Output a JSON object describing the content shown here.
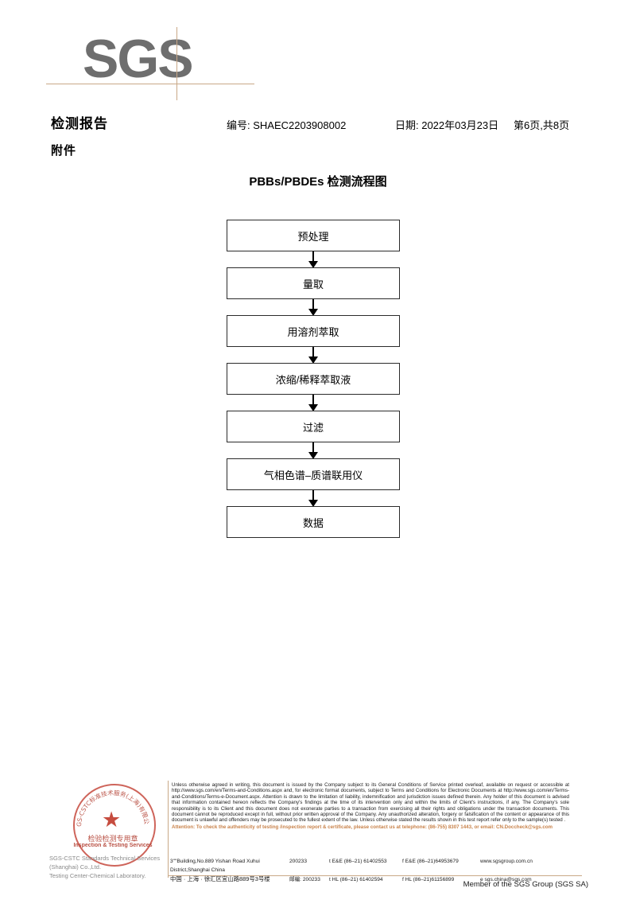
{
  "logo": {
    "text": "SGS",
    "accent_color": "#c9a887",
    "letter_color": "#6e6e6e"
  },
  "header": {
    "title": "检测报告",
    "subtitle": "附件",
    "report_no": "编号: SHAEC2203908002",
    "date": "日期: 2022年03月23日",
    "page": "第6页,共8页"
  },
  "flowchart": {
    "title": "PBBs/PBDEs 检测流程图",
    "steps": [
      {
        "label": "预处理"
      },
      {
        "label": "量取"
      },
      {
        "label": "用溶剂萃取"
      },
      {
        "label": "浓缩/稀释萃取液"
      },
      {
        "label": "过滤"
      },
      {
        "label": "气相色谱–质谱联用仪"
      },
      {
        "label": "数据"
      }
    ]
  },
  "footer": {
    "stamp": {
      "arc_text_cn": "SGS-CSTC标准技术服务(上海)有限公司",
      "center_cn": "检验检测专用章",
      "center_en": "Inspection & Testing Services",
      "star": "★",
      "color": "#c0392b"
    },
    "lab_name_line1": "SGS-CSTC Standards Technical Services (Shanghai) Co.,Ltd.",
    "lab_name_line2": "Testing Center-Chemical Laboratory.",
    "legal_text": "Unless otherwise agreed in writing, this document is issued by the Company subject to its General Conditions of Service printed overleaf, available on request or accessible at http://www.sgs.com/en/Terms-and-Conditions.aspx and, for electronic format documents, subject to Terms and Conditions for Electronic Documents at http://www.sgs.com/en/Terms-and-Conditions/Terms-e-Document.aspx. Attention is drawn to the limitation of liability, indemnification and jurisdiction issues defined therein. Any holder of this document is advised that information contained hereon reflects the Company's findings at the time of its intervention only and within the limits of Client's instructions, if any. The Company's sole responsibility is to its Client and this document does not exonerate parties to a transaction from exercising all their rights and obligations under the transaction documents. This document cannot be reproduced except in full, without prior written approval of the Company. Any unauthorized alteration, forgery or falsification of the content or appearance of this document is unlawful and offenders may be prosecuted to the fullest extent of the law. Unless otherwise stated the results shown in this test report refer only to the sample(s) tested .",
    "attention_text": "Attention: To check the authenticity of testing /inspection report & certificate, please contact us at telephone: (86-755) 8307 1443, or email: CN.Doccheck@sgs.com",
    "address": {
      "en_line": "3\"\"Building,No.889 Yishan Road Xuhui District,Shanghai China",
      "cn_line": "中国 · 上海 · 徐汇区宜山路889号3号楼",
      "zip_en": "200233",
      "zip_cn_label": "邮编:",
      "zip_cn": "200233",
      "tel_ee": "t E&E (86–21) 61402553",
      "fax_ee": "f E&E (86–21)64953679",
      "tel_hl": "t HL (86–21) 61402594",
      "fax_hl": "f HL (86–21)61156899",
      "website": "www.sgsgroup.com.cn",
      "email": "e  sgs.china@sgs.com"
    },
    "member_line": "Member of the SGS Group (SGS SA)"
  }
}
